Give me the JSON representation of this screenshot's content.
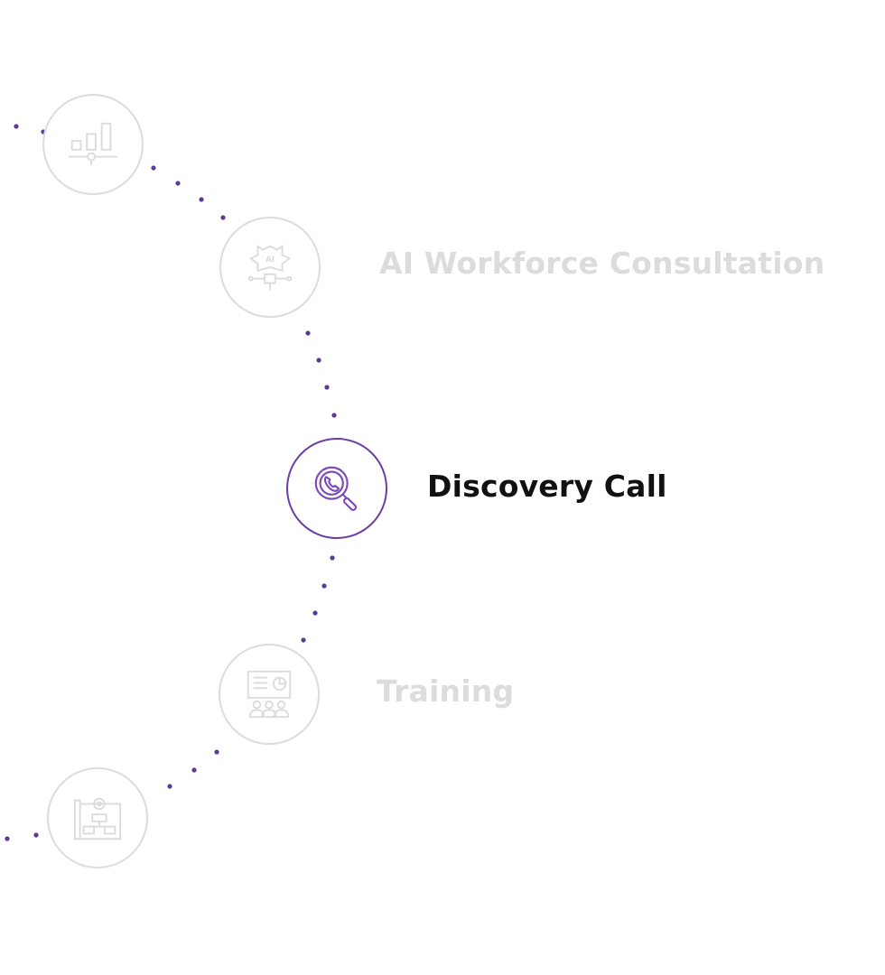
{
  "colors": {
    "accent": "#6a3fa6",
    "inactive": "#dcdcdc",
    "active_text": "#111111",
    "background": "#ffffff"
  },
  "steps": [
    {
      "id": "analytics",
      "icon": "bar-chart-icon",
      "label": "",
      "active": false
    },
    {
      "id": "consultation",
      "icon": "ai-chip-icon",
      "label": "AI Workforce Consultation",
      "active": false
    },
    {
      "id": "discovery",
      "icon": "phone-search-icon",
      "label": "Discovery Call",
      "active": true
    },
    {
      "id": "training",
      "icon": "presentation-audience-icon",
      "label": "Training",
      "active": false
    },
    {
      "id": "implementation",
      "icon": "blueprint-gear-icon",
      "label": "",
      "active": false
    }
  ]
}
